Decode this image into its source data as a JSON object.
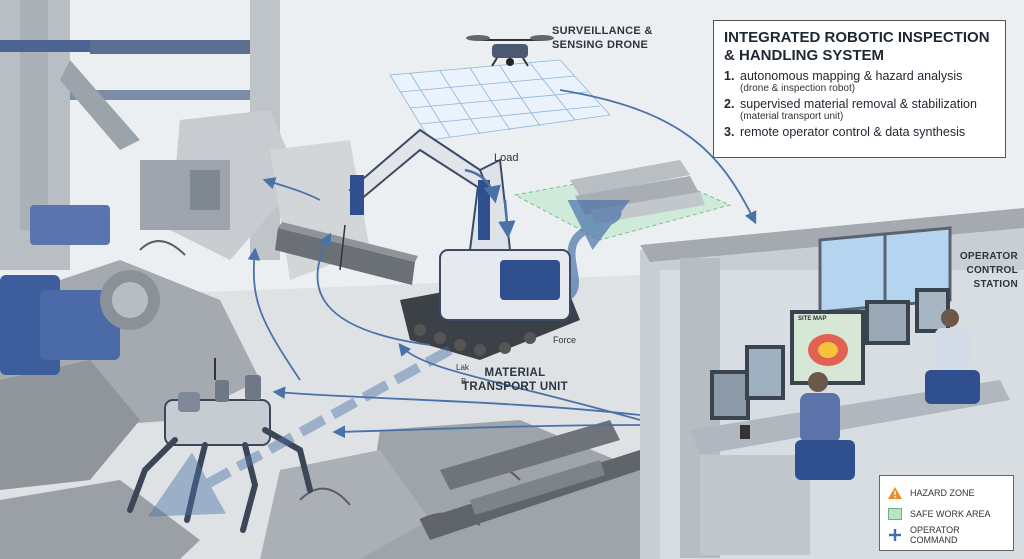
{
  "title": {
    "heading": "INTEGRATED ROBOTIC INSPECTION & HANDLING SYSTEM",
    "steps": [
      {
        "num": "1.",
        "text": "autonomous mapping & hazard analysis",
        "sub": "(drone & inspection robot)"
      },
      {
        "num": "2.",
        "text": "supervised material removal & stabilization",
        "sub": "(material transport unit)"
      },
      {
        "num": "3.",
        "text": "remote operator control & data synthesis",
        "sub": ""
      }
    ]
  },
  "labels": {
    "drone": "SURVEILLANCE & SENSING DRONE",
    "transport": "MATERIAL TRANSPORT UNIT",
    "station": "OPERATOR CONTROL STATION",
    "load": "Load",
    "force": "Force",
    "lak": "Lak",
    "b": "B",
    "site_map": "SITE MAP"
  },
  "legend": [
    {
      "symbol": "hazard-triangle",
      "label": "HAZARD ZONE",
      "color": "#f28c28"
    },
    {
      "symbol": "safe-square",
      "label": "SAFE WORK AREA",
      "color": "#b9e3c6"
    },
    {
      "symbol": "command-cross",
      "label": "OPERATOR COMMAND",
      "color": "#3b6fb0"
    }
  ],
  "colors": {
    "robot_blue": "#2f4f8f",
    "arrow_blue": "#4a72a8",
    "rubble": "#9aa1a8"
  }
}
